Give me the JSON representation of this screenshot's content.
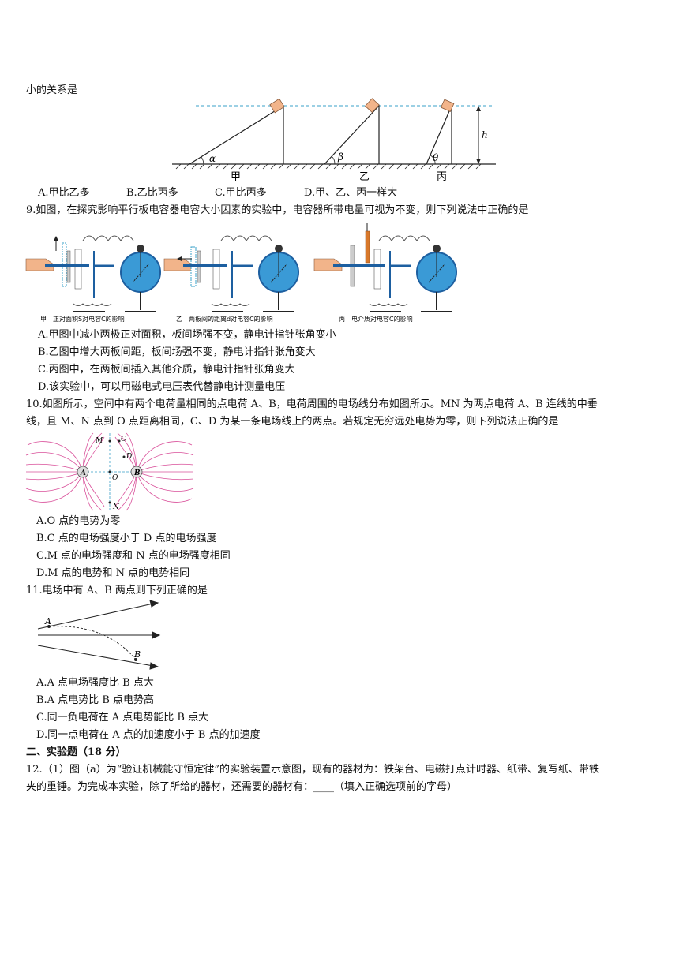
{
  "q8": {
    "tail": "小的关系是",
    "labels": {
      "alpha": "α",
      "beta": "β",
      "theta": "θ",
      "h": "h",
      "jia": "甲",
      "yi": "乙",
      "bing": "丙"
    },
    "options": [
      "A.甲比乙多",
      "B.乙比丙多",
      "C.甲比丙多",
      "D.甲、乙、丙一样大"
    ]
  },
  "q9": {
    "stem": "9.如图，在探究影响平行板电容器电容大小因素的实验中，电容器所带电量可视为不变，则下列说法中正确的是",
    "captions": [
      "甲　正对面积S对电容C的影响",
      "乙　两板间的距离d对电容C的影响",
      "丙　电介质对电容C的影响"
    ],
    "options": [
      "A.甲图中减小两极正对面积，板间场强不变，静电计指针张角变小",
      "B.乙图中增大两板间距，板间场强不变，静电计指针张角变大",
      "C.丙图中，在两板间插入其他介质，静电计指针张角变大",
      "D.该实验中，可以用磁电式电压表代替静电计测量电压"
    ]
  },
  "q10": {
    "stem1": "10.如图所示，空间中有两个电荷量相同的点电荷 A、B，电荷周围的电场线分布如图所示。MN 为两点电荷 A、B 连线的中垂",
    "stem2": "线，且 M、N 点到 O 点距离相同，C、D 为某一条电场线上的两点。若规定无穷远处电势为零，则下列说法正确的是",
    "labels": {
      "A": "A",
      "B": "B",
      "O": "O",
      "M": "M",
      "N": "N",
      "C": "C",
      "D": "D"
    },
    "options": [
      "A.O 点的电势为零",
      "B.C 点的电场强度小于 D 点的电场强度",
      "C.M 点的电场强度和 N 点的电场强度相同",
      "D.M 点的电势和 N 点的电势相同"
    ]
  },
  "q11": {
    "stem": "11.电场中有 A、B 两点则下列正确的是",
    "labels": {
      "A": "A",
      "B": "B"
    },
    "options": [
      "A.A 点电场强度比 B 点大",
      "B.A 点电势比 B 点电势高",
      "C.同一负电荷在 A 点电势能比 B 点大",
      "D.同一点电荷在 A 点的加速度小于 B 点的加速度"
    ]
  },
  "section2": {
    "title": "二、实验题（18 分）"
  },
  "q12": {
    "line1": "12.（1）图（a）为“验证机械能守恒定律”的实验装置示意图，现有的器材为：铁架台、电磁打点计时器、纸带、复写纸、带铁",
    "line2": "夹的重锤。为完成本实验，除了所给的器材，还需要的器材有：____（填入正确选项前的字母）"
  },
  "colors": {
    "dashed_line": "#3aa0c8",
    "field_lines": "#d9509a",
    "sphere": "#3a9ad6",
    "block": "#f2b48a"
  }
}
